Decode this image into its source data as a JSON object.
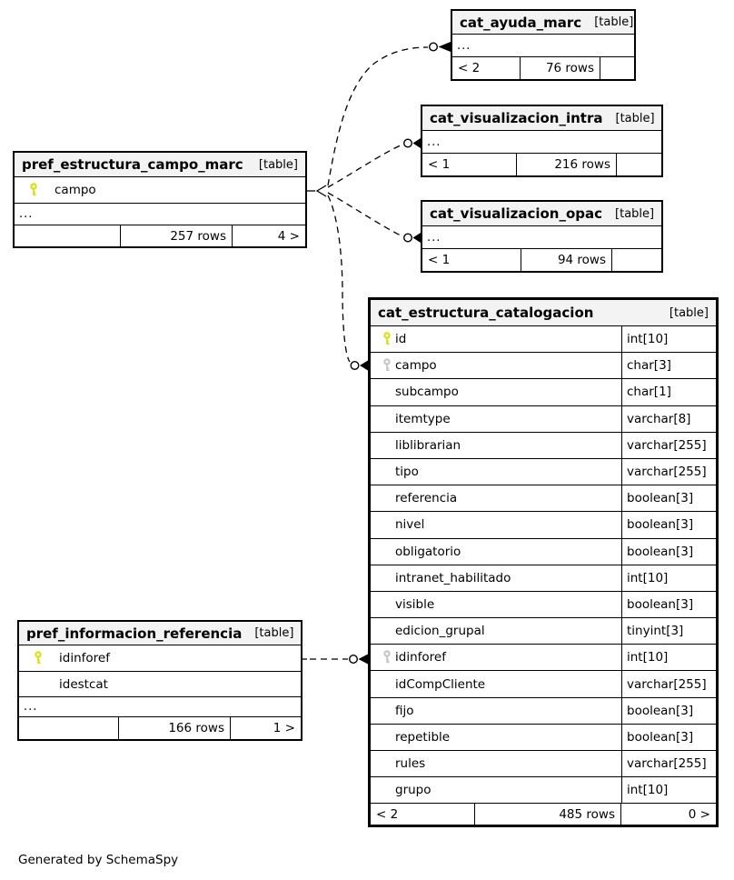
{
  "diagram": {
    "generated_by": "Generated by SchemaSpy",
    "colors": {
      "table_header_bg": "#f3f3f3",
      "border": "#000000",
      "primary_key_icon": "#dedf10",
      "foreign_key_icon": "#c6c6c6"
    },
    "tables": [
      {
        "id": "cat_ayuda_marc",
        "title": "cat_ayuda_marc",
        "badge": "[table]",
        "rows": [
          {
            "kind": "ellipsis",
            "label": "..."
          }
        ],
        "footer": [
          "< 2",
          "76 rows",
          ""
        ]
      },
      {
        "id": "cat_visualizacion_intra",
        "title": "cat_visualizacion_intra",
        "badge": "[table]",
        "rows": [
          {
            "kind": "ellipsis",
            "label": "..."
          }
        ],
        "footer": [
          "< 1",
          "216 rows",
          ""
        ]
      },
      {
        "id": "cat_visualizacion_opac",
        "title": "cat_visualizacion_opac",
        "badge": "[table]",
        "rows": [
          {
            "kind": "ellipsis",
            "label": "..."
          }
        ],
        "footer": [
          "< 1",
          "94 rows",
          ""
        ]
      },
      {
        "id": "pref_estructura_campo_marc",
        "title": "pref_estructura_campo_marc",
        "badge": "[table]",
        "rows": [
          {
            "kind": "column",
            "label": "campo",
            "icon": "primary-key"
          },
          {
            "kind": "ellipsis",
            "label": "..."
          }
        ],
        "footer": [
          "",
          "257 rows",
          "4 >"
        ]
      },
      {
        "id": "cat_estructura_catalogacion",
        "title": "cat_estructura_catalogacion",
        "badge": "[table]",
        "rows": [
          {
            "kind": "column",
            "label": "id",
            "type": "int[10]",
            "icon": "primary-key"
          },
          {
            "kind": "column",
            "label": "campo",
            "type": "char[3]",
            "icon": "foreign-key"
          },
          {
            "kind": "column",
            "label": "subcampo",
            "type": "char[1]"
          },
          {
            "kind": "column",
            "label": "itemtype",
            "type": "varchar[8]"
          },
          {
            "kind": "column",
            "label": "liblibrarian",
            "type": "varchar[255]"
          },
          {
            "kind": "column",
            "label": "tipo",
            "type": "varchar[255]"
          },
          {
            "kind": "column",
            "label": "referencia",
            "type": "boolean[3]"
          },
          {
            "kind": "column",
            "label": "nivel",
            "type": "boolean[3]"
          },
          {
            "kind": "column",
            "label": "obligatorio",
            "type": "boolean[3]"
          },
          {
            "kind": "column",
            "label": "intranet_habilitado",
            "type": "int[10]"
          },
          {
            "kind": "column",
            "label": "visible",
            "type": "boolean[3]"
          },
          {
            "kind": "column",
            "label": "edicion_grupal",
            "type": "tinyint[3]"
          },
          {
            "kind": "column",
            "label": "idinforef",
            "type": "int[10]",
            "icon": "foreign-key"
          },
          {
            "kind": "column",
            "label": "idCompCliente",
            "type": "varchar[255]"
          },
          {
            "kind": "column",
            "label": "fijo",
            "type": "boolean[3]"
          },
          {
            "kind": "column",
            "label": "repetible",
            "type": "boolean[3]"
          },
          {
            "kind": "column",
            "label": "rules",
            "type": "varchar[255]"
          },
          {
            "kind": "column",
            "label": "grupo",
            "type": "int[10]"
          }
        ],
        "footer": [
          "< 2",
          "485 rows",
          "0 >"
        ]
      },
      {
        "id": "pref_informacion_referencia",
        "title": "pref_informacion_referencia",
        "badge": "[table]",
        "rows": [
          {
            "kind": "column",
            "label": "idinforef",
            "icon": "primary-key"
          },
          {
            "kind": "column",
            "label": "idestcat"
          },
          {
            "kind": "ellipsis",
            "label": "..."
          }
        ],
        "footer": [
          "",
          "166 rows",
          "1 >"
        ]
      }
    ],
    "relationships": [
      {
        "from": "pref_estructura_campo_marc.campo",
        "to": "cat_ayuda_marc"
      },
      {
        "from": "pref_estructura_campo_marc.campo",
        "to": "cat_visualizacion_intra"
      },
      {
        "from": "pref_estructura_campo_marc.campo",
        "to": "cat_visualizacion_opac"
      },
      {
        "from": "pref_estructura_campo_marc.campo",
        "to": "cat_estructura_catalogacion.campo"
      },
      {
        "from": "pref_informacion_referencia.idinforef",
        "to": "cat_estructura_catalogacion.idinforef"
      }
    ]
  }
}
